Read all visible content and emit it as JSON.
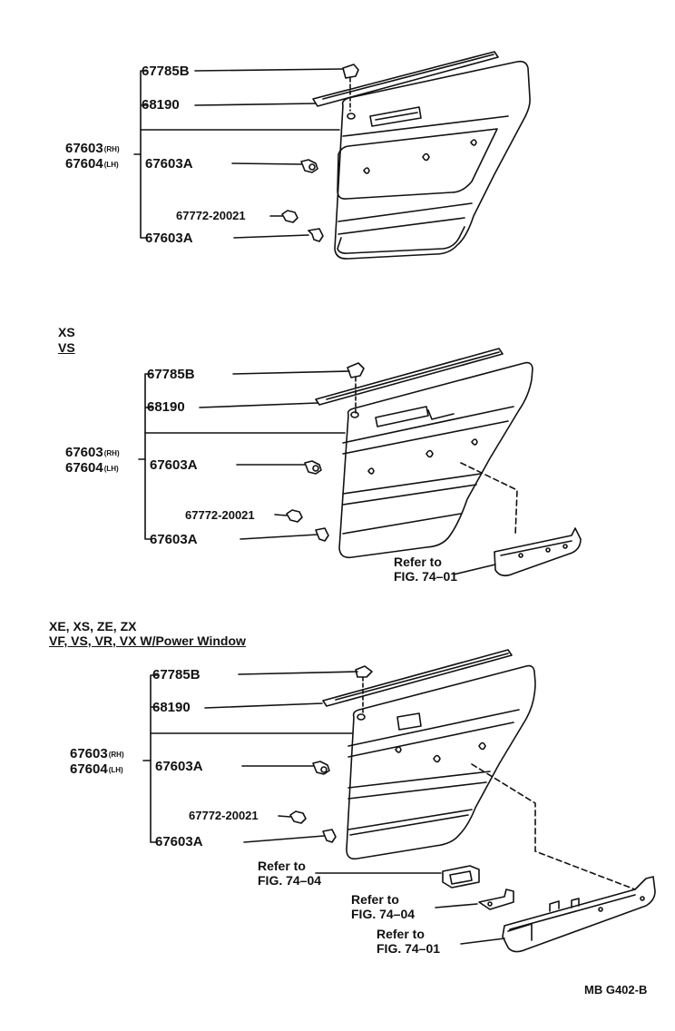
{
  "diagrams": [
    {
      "heading": [],
      "labels": {
        "p1": "67785B",
        "p2": "68190",
        "p3a": "67603",
        "p3a_s": "(RH)",
        "p3b": "67604",
        "p3b_s": "(LH)",
        "p4": "67603A",
        "p5": "67772-20021",
        "p6": "67603A"
      },
      "refs": []
    },
    {
      "heading": [
        "XS",
        "VS"
      ],
      "labels": {
        "p1": "67785B",
        "p2": "68190",
        "p3a": "67603",
        "p3a_s": "(RH)",
        "p3b": "67604",
        "p3b_s": "(LH)",
        "p4": "67603A",
        "p5": "67772-20021",
        "p6": "67603A"
      },
      "refs": [
        {
          "line1": "Refer to",
          "line2": "FIG. 74–01"
        }
      ]
    },
    {
      "heading": [
        "XE, XS, ZE, ZX",
        "VF, VS, VR, VX W/Power Window"
      ],
      "labels": {
        "p1": "67785B",
        "p2": "68190",
        "p3a": "67603",
        "p3a_s": "(RH)",
        "p3b": "67604",
        "p3b_s": "(LH)",
        "p4": "67603A",
        "p5": "67772-20021",
        "p6": "67603A"
      },
      "refs": [
        {
          "line1": "Refer to",
          "line2": "FIG. 74–04"
        },
        {
          "line1": "Refer to",
          "line2": "FIG. 74–04"
        },
        {
          "line1": "Refer to",
          "line2": "FIG. 74–01"
        }
      ]
    }
  ],
  "footer_code": "MB G402-B"
}
